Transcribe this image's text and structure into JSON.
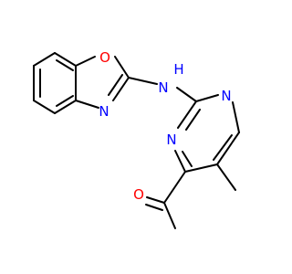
{
  "colors": {
    "carbon_bond": "#000000",
    "oxygen": "#ff0000",
    "nitrogen": "#0000ff",
    "background": "#ffffff"
  },
  "atoms": {
    "ring_oxygen": "O",
    "ring_nitrogen": "N",
    "amine_n": "N",
    "amine_h": "H",
    "pyrimidine_n1": "N",
    "pyrimidine_n3": "N",
    "carbonyl_oxygen": "O"
  }
}
